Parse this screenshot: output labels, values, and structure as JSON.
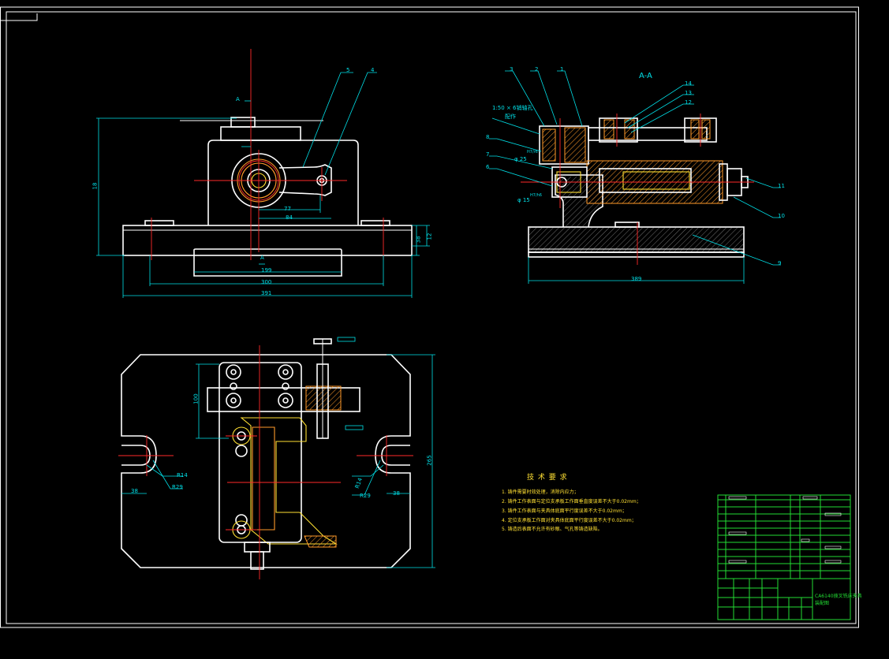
{
  "title": "A-A",
  "section_marks": {
    "top": "A",
    "bottom": "A"
  },
  "front_view": {
    "dim_height": "18",
    "dim_77": "77",
    "dim_84": "84",
    "dim_199": "199",
    "dim_300": "300",
    "dim_391": "391",
    "dim_38": "38",
    "dim_12": "12"
  },
  "section_view": {
    "label_left": "1:50 × 6销轴孔",
    "label_left2": "配作",
    "phi25": "φ 25",
    "phi25_fit": "H7/r6",
    "phi15": "φ 15",
    "phi15_fit": "H7/h6",
    "dim_389": "389"
  },
  "part_numbers": [
    "3",
    "2",
    "1",
    "5",
    "4",
    "14",
    "13",
    "12",
    "8",
    "7",
    "6",
    "11",
    "10",
    "9"
  ],
  "plan_view": {
    "dim_100": "100",
    "dim_265": "265",
    "left_r14": "R14",
    "left_r29": "R29",
    "right_r14": "R14",
    "right_r29": "R29",
    "left_38": "38",
    "right_38": "38"
  },
  "tech_requirements": {
    "heading": "技 术 要 求",
    "items": [
      "1. 铸件需要时效处理，消除内应力；",
      "2. 铸件工作表面与定位支承板工作面垂直度误差不大于0.02mm；",
      "3. 铸件工作表面与夹具体底面平行度误差不大于0.02mm；",
      "4. 定位支承板工作面对夹具体底面平行度误差不大于0.02mm；",
      "5. 铸造后表面不允许有砂眼、气孔等铸造缺陷。"
    ]
  },
  "title_block": {
    "drawing_name": "CA6140拨叉铣床夹具",
    "drawing_sub": "装配图"
  },
  "colors": {
    "outline": "#ffffff",
    "dimension": "#00e0e8",
    "centerline": "#ff2a2a",
    "workpiece": "#ffe033",
    "hatch": "#ff9a2a",
    "titleblock": "#22dd33"
  }
}
